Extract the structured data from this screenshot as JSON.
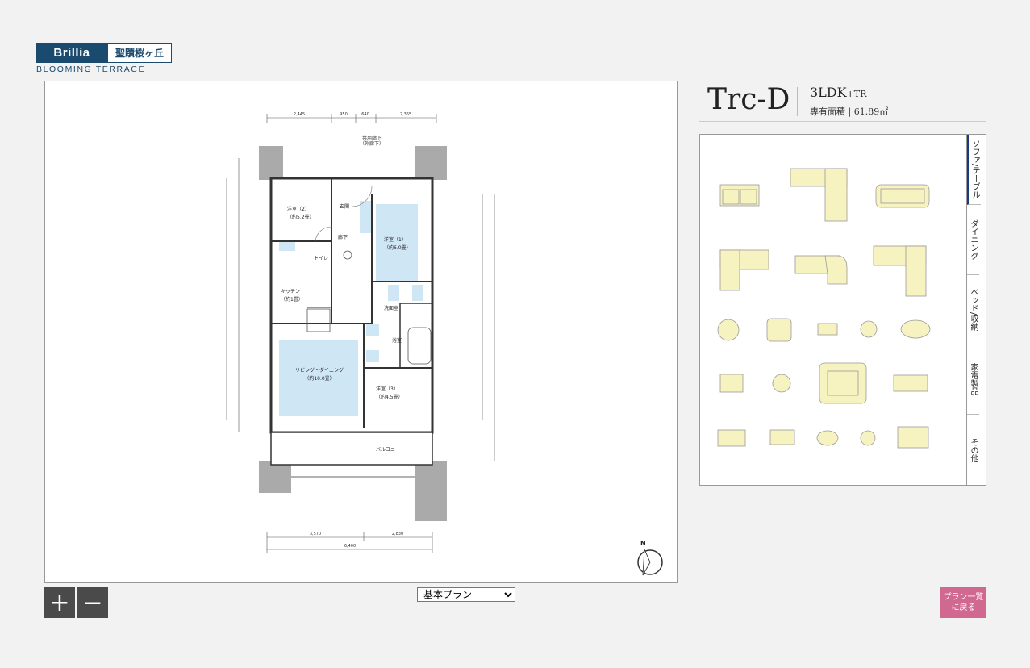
{
  "logo": {
    "brand": "Brillia",
    "site": "聖蹟桜ヶ丘",
    "sub": "BLOOMING TERRACE"
  },
  "plan_type": {
    "name": "Trc-D",
    "layout": "3LDK",
    "layout_suffix": "+TR",
    "area_label": "専有面積",
    "area_value": "61.89㎡"
  },
  "zoom": {
    "in": "+",
    "out": "−"
  },
  "plan_select": {
    "selected": "基本プラン"
  },
  "palette_tabs": [
    "ソファ/テーブル",
    "ダイニング",
    "ベッド/収納",
    "家電製品",
    "その他"
  ],
  "back_button": {
    "line1": "プラン一覧",
    "line2": "に戻る"
  },
  "floorplan": {
    "rooms": {
      "western2": "洋室（2）",
      "western2_size": "（約5.2畳）",
      "entrance": "玄関",
      "western1": "洋室（1）",
      "western1_size": "（約6.0畳）",
      "hallway": "廊下",
      "toilet": "トイレ",
      "kitchen": "キッチン",
      "kitchen_size": "（約1畳）",
      "washroom": "洗面室",
      "bathroom": "浴室",
      "living": "リビング・ダイニング",
      "living_size": "（約10.0畳）",
      "western3": "洋室（3）",
      "western3_size": "（約4.5畳）",
      "balcony": "バルコニー",
      "corridor": "共用廊下",
      "corridor_sub": "（外廊下）"
    },
    "dims_top": [
      "2,445",
      "950",
      "640",
      "2,365"
    ],
    "dims_bottom": [
      "3,570",
      "2,830"
    ],
    "dim_total": "6,400",
    "north": "N"
  },
  "colors": {
    "accent": "#1a4a6e",
    "back": "#d0688f",
    "furniture": "#f7f3c0",
    "room_blue": "#cfe6f5"
  }
}
